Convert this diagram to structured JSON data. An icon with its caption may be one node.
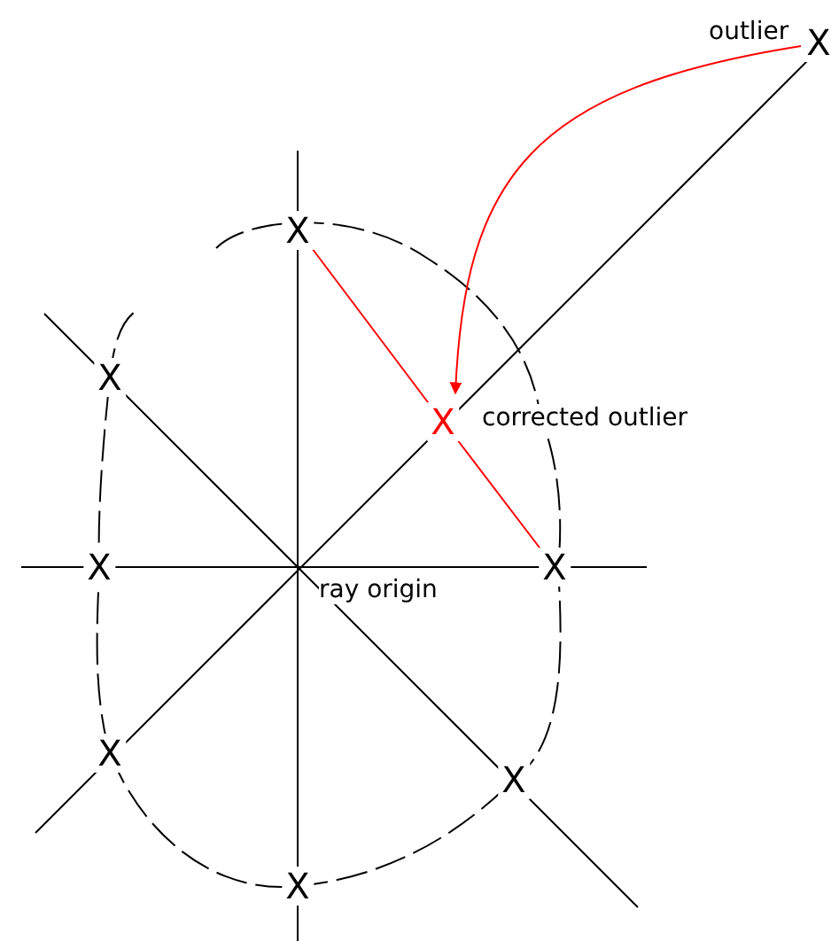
{
  "diagram": {
    "nodes": [
      {
        "text": [
          "X"
        ],
        "beside": [
          "outlier"
        ]
      },
      {
        "text": [
          "X"
        ]
      },
      {
        "text": [
          "X"
        ]
      },
      {
        "text": [
          "X"
        ],
        "beside": [
          "corrected outlier"
        ]
      },
      {
        "text": [
          "X"
        ]
      },
      {
        "text": [
          "X"
        ]
      },
      {
        "text": [
          "X"
        ]
      },
      {
        "text": [
          "X"
        ]
      },
      {
        "text": [
          "X"
        ]
      }
    ],
    "edges": [
      {
        "from": 0,
        "to": 3,
        "arrow": "to",
        "color": "#ff0000"
      },
      {
        "from": 1,
        "to": 3,
        "arrow": "none",
        "color": "#ff0000"
      },
      {
        "from": 3,
        "to": 5,
        "arrow": "none",
        "color": "#ff0000"
      }
    ],
    "labels": [
      "ray origin"
    ]
  }
}
